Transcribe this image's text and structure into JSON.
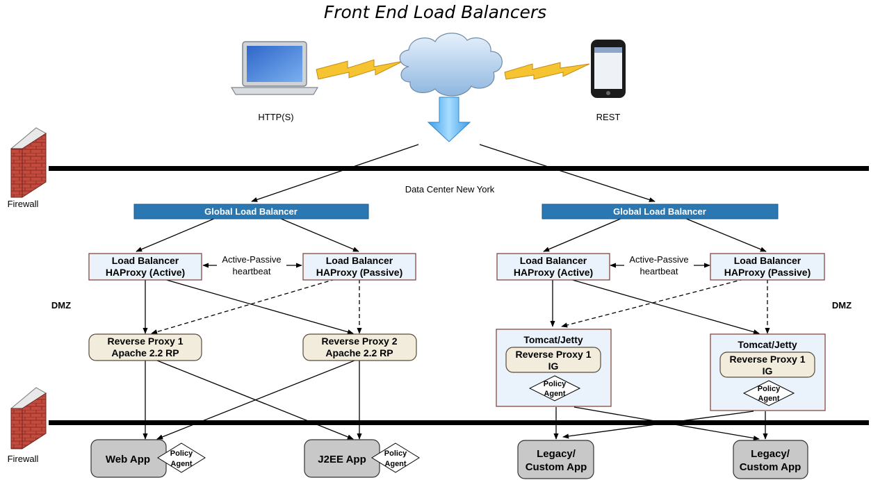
{
  "title": "Front End Load Balancers",
  "clients": {
    "left_label": "HTTP(S)",
    "right_label": "REST",
    "laptop_icon": "laptop-icon",
    "phone_icon": "smartphone-icon",
    "cloud_icon": "cloud-icon",
    "lightning_icon": "lightning-bolt-icon",
    "arrow_icon": "down-arrow-icon"
  },
  "firewall": {
    "label": "Firewall",
    "icon": "brick-wall-icon"
  },
  "datacenter_label": "Data Center New York",
  "dmz_label": "DMZ",
  "left": {
    "global_lb": "Global Load Balancer",
    "lb_active": [
      "Load Balancer",
      "HAProxy (Active)"
    ],
    "lb_passive": [
      "Load Balancer",
      "HAProxy (Passive)"
    ],
    "heartbeat": [
      "Active-Passive",
      "heartbeat"
    ],
    "proxy1": [
      "Reverse Proxy 1",
      "Apache 2.2 RP"
    ],
    "proxy2": [
      "Reverse Proxy 2",
      "Apache 2.2 RP"
    ],
    "app1": "Web App",
    "app2": "J2EE App",
    "policy_agent": [
      "Policy",
      "Agent"
    ]
  },
  "right": {
    "global_lb": "Global Load Balancer",
    "lb_active": [
      "Load Balancer",
      "HAProxy (Active)"
    ],
    "lb_passive": [
      "Load Balancer",
      "HAProxy (Passive)"
    ],
    "heartbeat": [
      "Active-Passive",
      "heartbeat"
    ],
    "container_title": "Tomcat/Jetty",
    "proxy": [
      "Reverse Proxy 1",
      "IG"
    ],
    "policy_agent": [
      "Policy",
      "Agent"
    ],
    "app": [
      "Legacy/",
      "Custom App"
    ]
  },
  "colors": {
    "glb_fill": "#2a77b2",
    "lb_fill": "#eaf3fb",
    "lb_border": "#7a3a2e",
    "proxy_fill": "#f1ecdc",
    "app_fill": "#c8c8c8",
    "brick": "#c0463a",
    "cloud": "#bcd7f1",
    "bolt": "#f6c431",
    "arrow": "#64b8ee"
  }
}
